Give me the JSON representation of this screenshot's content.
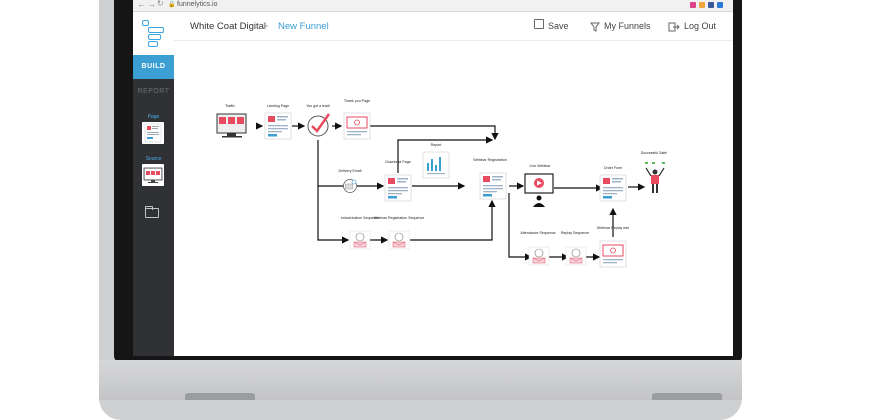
{
  "browser": {
    "url": "funnelytics.io",
    "extension_colors": [
      "#e0428a",
      "#f0a63a",
      "#3b5998",
      "#2b7bd4"
    ]
  },
  "sidebar": {
    "build_label": "BUILD",
    "report_label": "REPORT",
    "page_label": "Page",
    "source_label": "Source",
    "accent_color": "#3c9fd4"
  },
  "header": {
    "breadcrumb_project": "White Coat Digital",
    "breadcrumb_separator": ">",
    "breadcrumb_funnel": "New Funnel",
    "save_label": "Save",
    "my_funnels_label": "My Funnels",
    "logout_label": "Log Out"
  },
  "funnel": {
    "nodes": [
      {
        "id": "traffic",
        "label": "Traffic",
        "kind": "source"
      },
      {
        "id": "landing",
        "label": "Landing Page",
        "kind": "page"
      },
      {
        "id": "lead",
        "label": "You got a lead!",
        "kind": "check"
      },
      {
        "id": "thankyou",
        "label": "Thank you Page",
        "kind": "page"
      },
      {
        "id": "delivery",
        "label": "Delivery Email",
        "kind": "email"
      },
      {
        "id": "download",
        "label": "Download Page",
        "kind": "page"
      },
      {
        "id": "report",
        "label": "Report",
        "kind": "report"
      },
      {
        "id": "webreg",
        "label": "Webinar Registration",
        "kind": "page"
      },
      {
        "id": "livewebinar",
        "label": "Live Webinar",
        "kind": "webinar"
      },
      {
        "id": "orderform",
        "label": "Order Form",
        "kind": "page"
      },
      {
        "id": "successful",
        "label": "Successful Sale!",
        "kind": "sale"
      },
      {
        "id": "indoc",
        "label": "Indoctrination Sequence",
        "kind": "email"
      },
      {
        "id": "webregseq",
        "label": "Webinar Registration Sequence",
        "kind": "email"
      },
      {
        "id": "attendance",
        "label": "Attendance Sequence",
        "kind": "email"
      },
      {
        "id": "replay",
        "label": "Replay Sequence",
        "kind": "email"
      },
      {
        "id": "webreplay",
        "label": "Webinar Replay edn",
        "kind": "page"
      }
    ]
  }
}
